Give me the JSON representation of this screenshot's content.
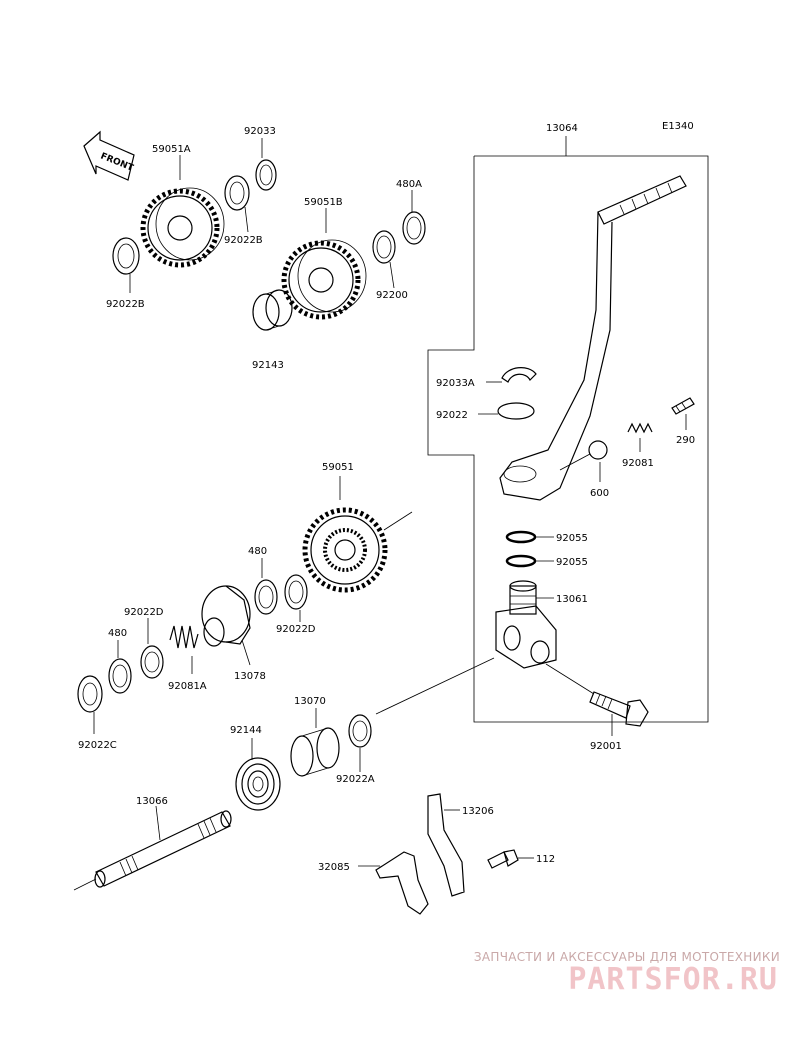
{
  "diagram_code": "E1340",
  "front_tag": "FRONT",
  "labels": {
    "p13064": "13064",
    "p59051A": "59051A",
    "p92033": "92033",
    "p480A": "480A",
    "p59051B": "59051B",
    "p92022B_1": "92022B",
    "p92022B_2": "92022B",
    "p92200": "92200",
    "p92143": "92143",
    "p92033A": "92033A",
    "p92022": "92022",
    "p290": "290",
    "p92081": "92081",
    "p600": "600",
    "p59051": "59051",
    "p92055_1": "92055",
    "p92055_2": "92055",
    "p480_1": "480",
    "p13061": "13061",
    "p92022D_1": "92022D",
    "p92022D_2": "92022D",
    "p480_2": "480",
    "p92081A": "92081A",
    "p13078": "13078",
    "p92022C": "92022C",
    "p13070": "13070",
    "p92144": "92144",
    "p92001": "92001",
    "p92022A": "92022A",
    "p13066": "13066",
    "p13206": "13206",
    "p32085": "32085",
    "p112": "112"
  },
  "watermark": {
    "tagline": "ЗАПЧАСТИ И АКСЕССУАРЫ ДЛЯ МОТОТЕХНИКИ",
    "site": "PARTSFOR.RU"
  }
}
